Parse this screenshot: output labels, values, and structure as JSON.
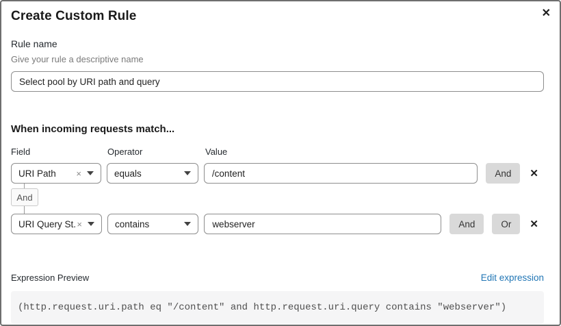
{
  "modal": {
    "title": "Create Custom Rule"
  },
  "icons": {
    "close": "✕",
    "remove": "✕",
    "clear": "×"
  },
  "rule_name": {
    "label": "Rule name",
    "helper": "Give your rule a descriptive name",
    "value": "Select pool by URI path and query"
  },
  "match_section": {
    "heading": "When incoming requests match...",
    "column_labels": {
      "field": "Field",
      "operator": "Operator",
      "value": "Value"
    },
    "connector_label": "And",
    "rows": [
      {
        "field": "URI Path",
        "operator": "equals",
        "value": "/content",
        "buttons": [
          "And"
        ]
      },
      {
        "field": "URI Query St...",
        "operator": "contains",
        "value": "webserver",
        "buttons": [
          "And",
          "Or"
        ]
      }
    ]
  },
  "expression": {
    "label": "Expression Preview",
    "edit_link": "Edit expression",
    "code": "(http.request.uri.path eq \"/content\" and http.request.uri.query contains \"webserver\")"
  },
  "colors": {
    "modal_border": "#6e6e6e",
    "input_border": "#8d8d8d",
    "logic_button_bg": "#d9d9d9",
    "link_blue": "#2176b5",
    "code_bg": "#f5f5f6",
    "helper_gray": "#7a7a7a"
  }
}
